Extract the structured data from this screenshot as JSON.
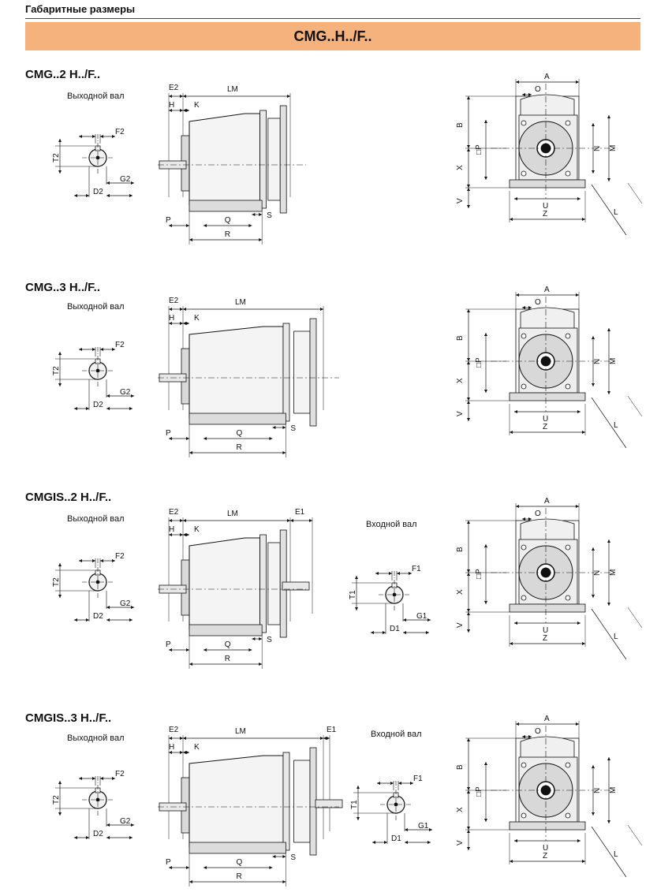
{
  "header": {
    "title": "Габаритные размеры",
    "banner": "CMG..H../F.."
  },
  "sections": [
    {
      "title": "CMG..2 H../F..",
      "shaft_label": "Выходной вал",
      "input_label": ""
    },
    {
      "title": "CMG..3 H../F..",
      "shaft_label": "Выходной вал",
      "input_label": ""
    },
    {
      "title": "CMGIS..2 H../F..",
      "shaft_label": "Выходной вал",
      "input_label": "Входной вал"
    },
    {
      "title": "CMGIS..3 H../F..",
      "shaft_label": "Выходной вал",
      "input_label": "Входной вал"
    }
  ],
  "dims": {
    "out_shaft": {
      "f": "F2",
      "t": "T2",
      "g": "G2",
      "d": "D2"
    },
    "in_shaft": {
      "f": "F1",
      "t": "T1",
      "g": "G1",
      "d": "D1"
    },
    "side": {
      "e2": "E2",
      "e1": "E1",
      "lm": "LM",
      "h": "H",
      "k": "K",
      "p": "P",
      "q": "Q",
      "r": "R",
      "s": "S"
    },
    "front": {
      "a": "A",
      "o": "O",
      "b": "B",
      "p": "□P",
      "x": "X",
      "n": "N",
      "m": "M",
      "u": "U",
      "z": "Z",
      "v": "V",
      "l": "L"
    }
  }
}
